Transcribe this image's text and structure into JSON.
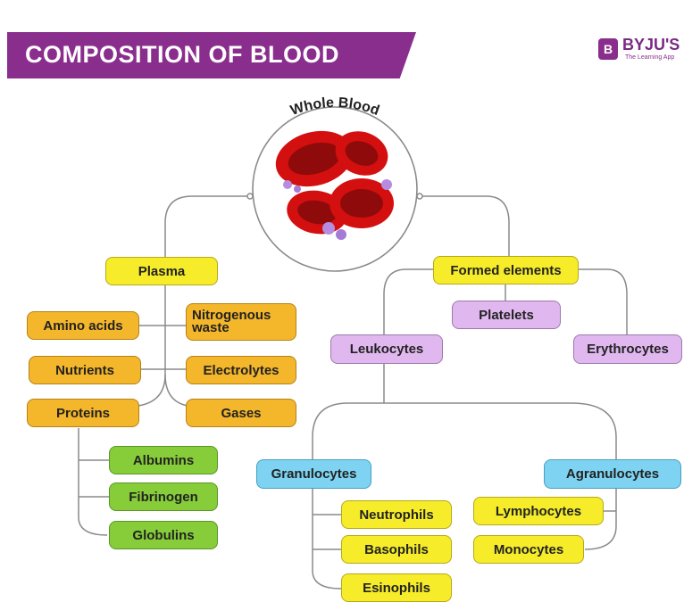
{
  "header": {
    "title": "COMPOSITION OF BLOOD",
    "logo_letter": "B",
    "logo_text": "BYJU'S",
    "logo_tagline": "The Learning App"
  },
  "diagram": {
    "root": "Whole Blood",
    "plasma": {
      "label": "Plasma",
      "components": [
        "Amino acids",
        "Nitrogenous waste",
        "Nutrients",
        "Electrolytes",
        "Proteins",
        "Gases"
      ],
      "proteins": [
        "Albumins",
        "Fibrinogen",
        "Globulins"
      ]
    },
    "formed": {
      "label": "Formed elements",
      "types": [
        "Platelets",
        "Leukocytes",
        "Erythrocytes"
      ],
      "leukocyte_groups": [
        "Granulocytes",
        "Agranulocytes"
      ],
      "granulocytes": [
        "Neutrophils",
        "Basophils",
        "Esinophils"
      ],
      "agranulocytes": [
        "Lymphocytes",
        "Monocytes"
      ]
    }
  },
  "colors": {
    "banner": "#8a2e8e",
    "plasma_box": "#f6ec2a",
    "plasma_component": "#f4b62a",
    "protein_type": "#86cd39",
    "formed_type": "#e0b8ef",
    "leukocyte_group": "#7dd3f1"
  },
  "icons": [
    "red-blood-cells-illustration"
  ]
}
